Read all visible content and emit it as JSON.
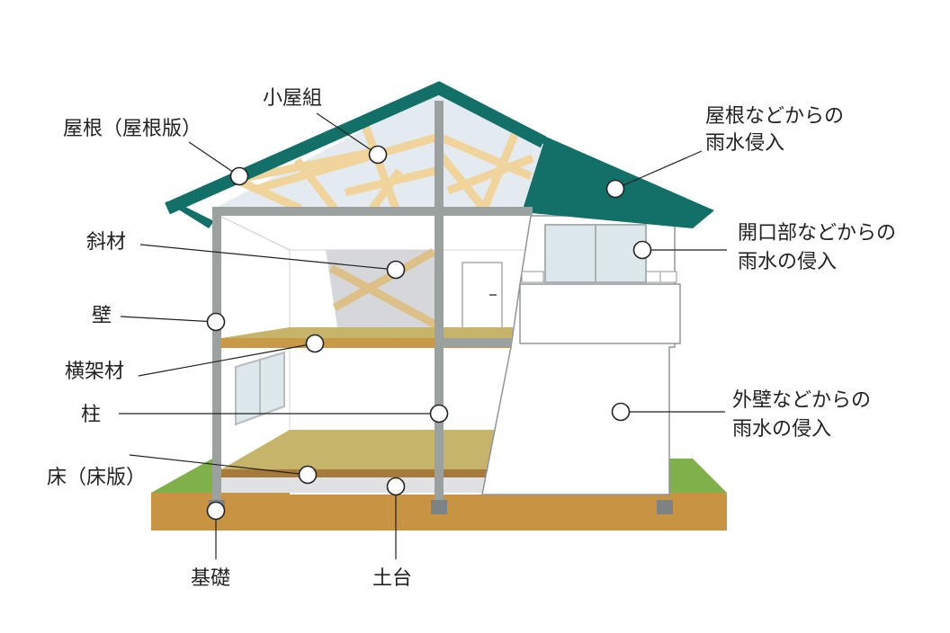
{
  "labels": {
    "koyagumi": "小屋組",
    "yane": "屋根（屋根版）",
    "shazai": "斜材",
    "kabe": "壁",
    "yokogazai": "横架材",
    "hashira": "柱",
    "yuka": "床（床版）",
    "kiso": "基礎",
    "dodai": "土台"
  },
  "risks": {
    "roof_line1": "屋根などからの",
    "roof_line2": "雨水侵入",
    "opening_line1": "開口部などからの",
    "opening_line2": "雨水の侵入",
    "wall_line1": "外壁などからの",
    "wall_line2": "雨水の侵入"
  },
  "colors": {
    "roof": "#127068",
    "frame": "#9aa19e",
    "timber": "#f0d49c",
    "floor": "#c6b46a",
    "beam": "#c89a48",
    "ground": "#c89444",
    "grass": "#7fb04a",
    "attic": "#e4ebf0"
  }
}
